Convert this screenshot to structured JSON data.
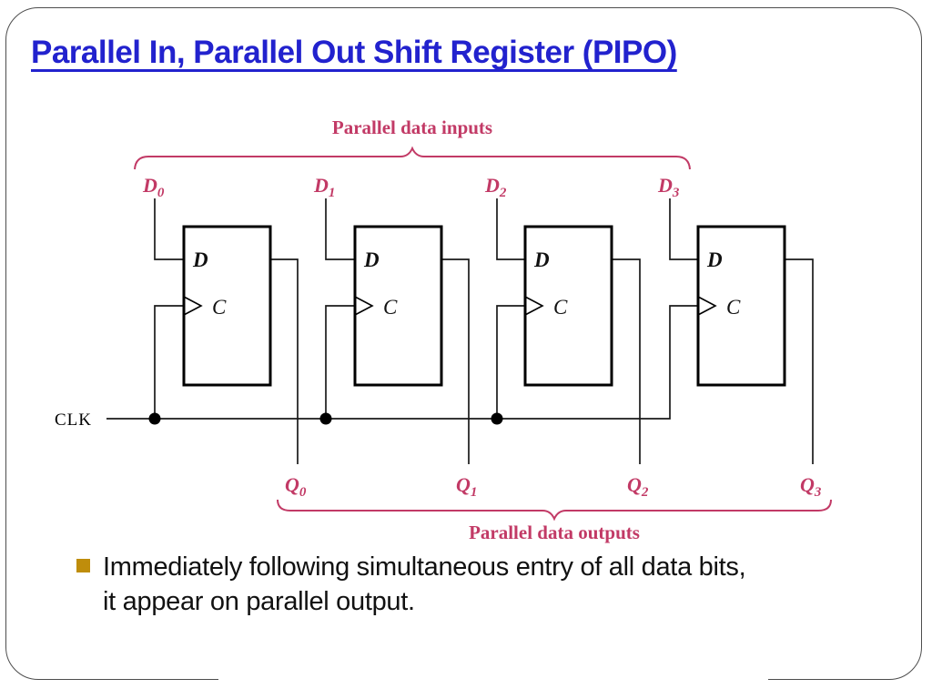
{
  "slide": {
    "title": "Parallel In, Parallel Out Shift Register (PIPO)",
    "bullet": {
      "lines": [
        "Immediately following simultaneous entry of all data bits,",
        "it appear on parallel output."
      ]
    }
  },
  "diagram": {
    "top_brace_label": "Parallel data inputs",
    "bottom_brace_label": "Parallel data outputs",
    "clock_label": "CLK",
    "inputs": [
      {
        "name": "D",
        "sub": "0"
      },
      {
        "name": "D",
        "sub": "1"
      },
      {
        "name": "D",
        "sub": "2"
      },
      {
        "name": "D",
        "sub": "3"
      }
    ],
    "outputs": [
      {
        "name": "Q",
        "sub": "0"
      },
      {
        "name": "Q",
        "sub": "1"
      },
      {
        "name": "Q",
        "sub": "2"
      },
      {
        "name": "Q",
        "sub": "3"
      }
    ],
    "flip_flops": [
      {
        "d_label": "D",
        "c_label": "C"
      },
      {
        "d_label": "D",
        "c_label": "C"
      },
      {
        "d_label": "D",
        "c_label": "C"
      },
      {
        "d_label": "D",
        "c_label": "C"
      }
    ]
  },
  "colors": {
    "title_blue": "#2222ce",
    "diagram_crimson": "#c23a66",
    "bullet_gold": "#bf8d0b",
    "line_black": "#1a1a1a",
    "frame_gray": "#4d4d4d"
  }
}
